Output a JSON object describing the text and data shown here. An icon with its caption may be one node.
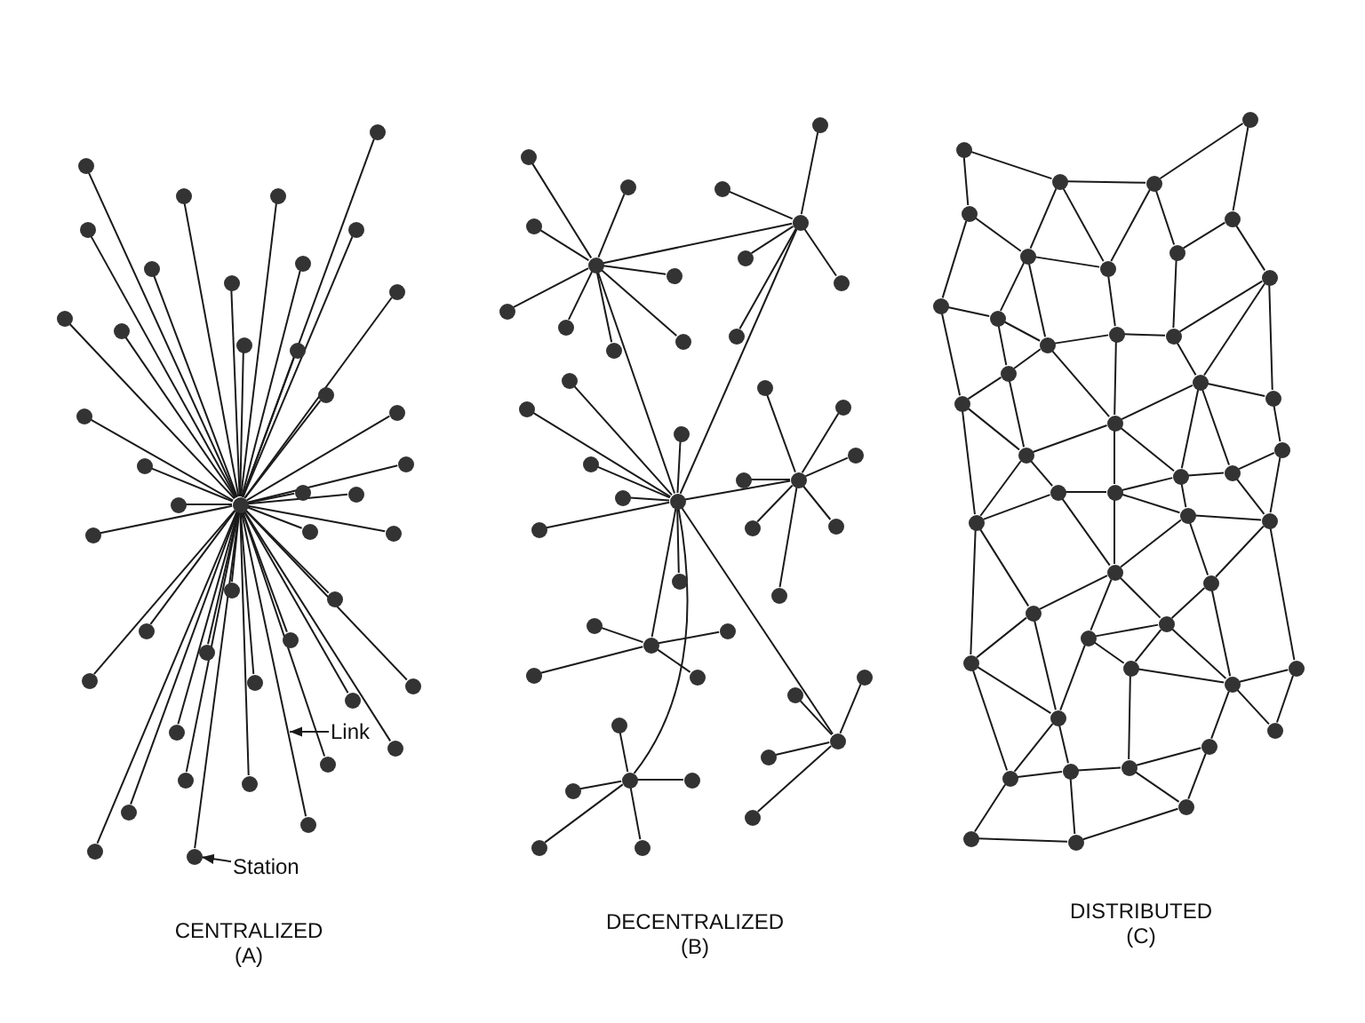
{
  "diagram": {
    "nodes": [
      {
        "text": [],
        "shape": "circle"
      },
      {
        "text": [],
        "shape": "circle"
      },
      {
        "text": [],
        "shape": "circle"
      },
      {
        "text": [],
        "shape": "circle"
      },
      {
        "text": [],
        "shape": "circle"
      },
      {
        "text": [],
        "shape": "circle"
      },
      {
        "text": [],
        "shape": "circle"
      },
      {
        "text": [],
        "shape": "circle"
      },
      {
        "text": [],
        "shape": "circle"
      },
      {
        "text": [],
        "shape": "circle"
      },
      {
        "text": [],
        "shape": "circle"
      },
      {
        "text": [],
        "shape": "circle"
      },
      {
        "text": [],
        "shape": "circle"
      },
      {
        "text": [],
        "shape": "circle"
      },
      {
        "text": [],
        "shape": "circle"
      },
      {
        "text": [],
        "shape": "circle"
      },
      {
        "text": [],
        "shape": "circle"
      },
      {
        "text": [],
        "shape": "circle"
      },
      {
        "text": [],
        "shape": "circle"
      },
      {
        "text": [],
        "shape": "circle"
      },
      {
        "text": [],
        "shape": "circle"
      },
      {
        "text": [],
        "shape": "circle"
      },
      {
        "text": [],
        "shape": "circle"
      },
      {
        "text": [],
        "shape": "circle"
      },
      {
        "text": [],
        "shape": "circle"
      },
      {
        "text": [],
        "shape": "circle"
      },
      {
        "text": [],
        "shape": "circle"
      },
      {
        "text": [],
        "shape": "circle"
      },
      {
        "text": [],
        "shape": "circle"
      },
      {
        "text": [],
        "shape": "circle"
      },
      {
        "text": [],
        "shape": "circle"
      },
      {
        "text": [],
        "shape": "circle"
      },
      {
        "text": [],
        "shape": "circle"
      },
      {
        "text": [],
        "shape": "circle"
      },
      {
        "text": [],
        "shape": "circle"
      },
      {
        "text": [],
        "shape": "circle"
      },
      {
        "text": [],
        "shape": "circle"
      },
      {
        "text": [],
        "shape": "circle"
      },
      {
        "text": [],
        "shape": "circle"
      },
      {
        "text": [],
        "shape": "circle"
      },
      {
        "text": [],
        "shape": "circle"
      },
      {
        "text": [],
        "shape": "circle"
      },
      {
        "text": [],
        "shape": "circle"
      },
      {
        "text": [],
        "shape": "circle"
      },
      {
        "text": [],
        "shape": "circle"
      },
      {
        "text": [],
        "shape": "circle"
      },
      {
        "text": [],
        "shape": "circle"
      },
      {
        "text": [],
        "shape": "circle"
      },
      {
        "text": [],
        "shape": "circle"
      },
      {
        "text": [],
        "shape": "circle"
      },
      {
        "text": [],
        "shape": "circle"
      },
      {
        "text": [],
        "shape": "circle"
      },
      {
        "text": [],
        "shape": "circle"
      },
      {
        "text": [],
        "shape": "circle"
      },
      {
        "text": [],
        "shape": "circle"
      },
      {
        "text": [],
        "shape": "circle"
      },
      {
        "text": [],
        "shape": "circle"
      },
      {
        "text": [],
        "shape": "circle"
      },
      {
        "text": [],
        "shape": "circle"
      },
      {
        "text": [],
        "shape": "circle"
      },
      {
        "text": [],
        "shape": "circle"
      },
      {
        "text": [],
        "shape": "circle"
      },
      {
        "text": [],
        "shape": "circle"
      },
      {
        "text": [],
        "shape": "circle"
      },
      {
        "text": [],
        "shape": "circle"
      },
      {
        "text": [],
        "shape": "circle"
      },
      {
        "text": [],
        "shape": "circle"
      },
      {
        "text": [],
        "shape": "circle"
      },
      {
        "text": [],
        "shape": "circle"
      },
      {
        "text": [],
        "shape": "circle"
      },
      {
        "text": [],
        "shape": "circle"
      },
      {
        "text": [],
        "shape": "circle"
      },
      {
        "text": [],
        "shape": "circle"
      },
      {
        "text": [],
        "shape": "circle"
      },
      {
        "text": [],
        "shape": "circle"
      },
      {
        "text": [],
        "shape": "circle"
      },
      {
        "text": [],
        "shape": "circle"
      },
      {
        "text": [],
        "shape": "circle"
      },
      {
        "text": [],
        "shape": "circle"
      },
      {
        "text": [],
        "shape": "circle"
      },
      {
        "text": [],
        "shape": "circle"
      },
      {
        "text": [],
        "shape": "circle"
      },
      {
        "text": [],
        "shape": "circle"
      },
      {
        "text": [],
        "shape": "circle"
      },
      {
        "text": [],
        "shape": "circle"
      },
      {
        "text": [],
        "shape": "circle"
      },
      {
        "text": [],
        "shape": "circle"
      },
      {
        "text": [],
        "shape": "circle"
      },
      {
        "text": [],
        "shape": "circle"
      },
      {
        "text": [],
        "shape": "circle"
      },
      {
        "text": [],
        "shape": "circle"
      },
      {
        "text": [],
        "shape": "circle"
      },
      {
        "text": [],
        "shape": "circle"
      },
      {
        "text": [],
        "shape": "circle"
      },
      {
        "text": [],
        "shape": "circle"
      },
      {
        "text": [],
        "shape": "circle"
      },
      {
        "text": [],
        "shape": "circle"
      },
      {
        "text": [],
        "shape": "circle"
      },
      {
        "text": [],
        "shape": "circle"
      },
      {
        "text": [],
        "shape": "circle"
      },
      {
        "text": [],
        "shape": "circle"
      },
      {
        "text": [],
        "shape": "circle"
      },
      {
        "text": [],
        "shape": "circle"
      },
      {
        "text": [],
        "shape": "circle"
      },
      {
        "text": [],
        "shape": "circle"
      },
      {
        "text": [],
        "shape": "circle"
      },
      {
        "text": [],
        "shape": "circle"
      },
      {
        "text": [],
        "shape": "circle"
      },
      {
        "text": [],
        "shape": "circle"
      },
      {
        "text": [],
        "shape": "circle"
      },
      {
        "text": [],
        "shape": "circle"
      },
      {
        "text": [],
        "shape": "circle"
      },
      {
        "text": [],
        "shape": "circle"
      },
      {
        "text": [],
        "shape": "circle"
      },
      {
        "text": [],
        "shape": "circle"
      },
      {
        "text": [],
        "shape": "circle"
      },
      {
        "text": [],
        "shape": "circle"
      },
      {
        "text": [],
        "shape": "circle"
      },
      {
        "text": [],
        "shape": "circle"
      },
      {
        "text": [],
        "shape": "circle"
      },
      {
        "text": [],
        "shape": "circle"
      },
      {
        "text": [],
        "shape": "circle"
      },
      {
        "text": [],
        "shape": "circle"
      },
      {
        "text": [],
        "shape": "circle"
      },
      {
        "text": [],
        "shape": "circle"
      },
      {
        "text": [],
        "shape": "circle"
      },
      {
        "text": [],
        "shape": "circle"
      },
      {
        "text": [],
        "shape": "circle"
      },
      {
        "text": [],
        "shape": "circle"
      },
      {
        "text": [],
        "shape": "circle"
      },
      {
        "text": [],
        "shape": "circle"
      },
      {
        "text": [],
        "shape": "circle"
      },
      {
        "text": [],
        "shape": "circle"
      },
      {
        "text": [],
        "shape": "circle"
      },
      {
        "text": [],
        "shape": "circle"
      },
      {
        "text": [],
        "shape": "circle"
      },
      {
        "text": [],
        "shape": "circle"
      },
      {
        "text": [],
        "shape": "circle"
      },
      {
        "text": [
          "Link"
        ]
      },
      {
        "text": [
          "Station"
        ]
      }
    ],
    "edges": [
      {
        "from": 0,
        "to": 1,
        "arrow": "none"
      },
      {
        "from": 0,
        "to": 2,
        "arrow": "none"
      },
      {
        "from": 0,
        "to": 3,
        "arrow": "none"
      },
      {
        "from": 0,
        "to": 4,
        "arrow": "none"
      },
      {
        "from": 0,
        "to": 5,
        "arrow": "none"
      },
      {
        "from": 0,
        "to": 6,
        "arrow": "none"
      },
      {
        "from": 0,
        "to": 7,
        "arrow": "none"
      },
      {
        "from": 0,
        "to": 8,
        "arrow": "none"
      },
      {
        "from": 0,
        "to": 9,
        "arrow": "none"
      },
      {
        "from": 0,
        "to": 10,
        "arrow": "none"
      },
      {
        "from": 0,
        "to": 11,
        "arrow": "none"
      },
      {
        "from": 0,
        "to": 12,
        "arrow": "none"
      },
      {
        "from": 0,
        "to": 13,
        "arrow": "none"
      },
      {
        "from": 0,
        "to": 14,
        "arrow": "none"
      },
      {
        "from": 0,
        "to": 15,
        "arrow": "none"
      },
      {
        "from": 0,
        "to": 16,
        "arrow": "none"
      },
      {
        "from": 0,
        "to": 17,
        "arrow": "none"
      },
      {
        "from": 0,
        "to": 18,
        "arrow": "none"
      },
      {
        "from": 0,
        "to": 19,
        "arrow": "none"
      },
      {
        "from": 0,
        "to": 20,
        "arrow": "none"
      },
      {
        "from": 0,
        "to": 21,
        "arrow": "none"
      },
      {
        "from": 0,
        "to": 22,
        "arrow": "none"
      },
      {
        "from": 0,
        "to": 23,
        "arrow": "none"
      },
      {
        "from": 0,
        "to": 24,
        "arrow": "none"
      },
      {
        "from": 0,
        "to": 25,
        "arrow": "none"
      },
      {
        "from": 0,
        "to": 26,
        "arrow": "none"
      },
      {
        "from": 0,
        "to": 27,
        "arrow": "none"
      },
      {
        "from": 0,
        "to": 28,
        "arrow": "none"
      },
      {
        "from": 0,
        "to": 29,
        "arrow": "none"
      },
      {
        "from": 0,
        "to": 30,
        "arrow": "none"
      },
      {
        "from": 0,
        "to": 31,
        "arrow": "none"
      },
      {
        "from": 0,
        "to": 32,
        "arrow": "none"
      },
      {
        "from": 0,
        "to": 33,
        "arrow": "none"
      },
      {
        "from": 0,
        "to": 34,
        "arrow": "none"
      },
      {
        "from": 0,
        "to": 35,
        "arrow": "none"
      },
      {
        "from": 0,
        "to": 36,
        "arrow": "none"
      },
      {
        "from": 0,
        "to": 37,
        "arrow": "none"
      },
      {
        "from": 0,
        "to": 38,
        "arrow": "none"
      },
      {
        "from": 0,
        "to": 39,
        "arrow": "none"
      },
      {
        "from": 0,
        "to": 40,
        "arrow": "none"
      },
      {
        "from": 0,
        "to": 41,
        "arrow": "none"
      },
      {
        "from": 0,
        "to": 42,
        "arrow": "none"
      },
      {
        "from": 0,
        "to": 43,
        "arrow": "none"
      },
      {
        "from": 44,
        "to": 45,
        "arrow": "none"
      },
      {
        "from": 44,
        "to": 46,
        "arrow": "none"
      },
      {
        "from": 44,
        "to": 47,
        "arrow": "none"
      },
      {
        "from": 44,
        "to": 48,
        "arrow": "none"
      },
      {
        "from": 44,
        "to": 49,
        "arrow": "none"
      },
      {
        "from": 44,
        "to": 50,
        "arrow": "none"
      },
      {
        "from": 44,
        "to": 51,
        "arrow": "none"
      },
      {
        "from": 44,
        "to": 52,
        "arrow": "none"
      },
      {
        "from": 53,
        "to": 54,
        "arrow": "none"
      },
      {
        "from": 53,
        "to": 55,
        "arrow": "none"
      },
      {
        "from": 53,
        "to": 56,
        "arrow": "none"
      },
      {
        "from": 53,
        "to": 57,
        "arrow": "none"
      },
      {
        "from": 53,
        "to": 58,
        "arrow": "none"
      },
      {
        "from": 59,
        "to": 60,
        "arrow": "none"
      },
      {
        "from": 59,
        "to": 61,
        "arrow": "none"
      },
      {
        "from": 59,
        "to": 62,
        "arrow": "none"
      },
      {
        "from": 59,
        "to": 63,
        "arrow": "none"
      },
      {
        "from": 59,
        "to": 64,
        "arrow": "none"
      },
      {
        "from": 59,
        "to": 65,
        "arrow": "none"
      },
      {
        "from": 59,
        "to": 66,
        "arrow": "none"
      },
      {
        "from": 67,
        "to": 68,
        "arrow": "none"
      },
      {
        "from": 67,
        "to": 69,
        "arrow": "none"
      },
      {
        "from": 67,
        "to": 70,
        "arrow": "none"
      },
      {
        "from": 67,
        "to": 71,
        "arrow": "none"
      },
      {
        "from": 67,
        "to": 72,
        "arrow": "none"
      },
      {
        "from": 67,
        "to": 73,
        "arrow": "none"
      },
      {
        "from": 67,
        "to": 74,
        "arrow": "none"
      },
      {
        "from": 75,
        "to": 76,
        "arrow": "none"
      },
      {
        "from": 75,
        "to": 77,
        "arrow": "none"
      },
      {
        "from": 75,
        "to": 78,
        "arrow": "none"
      },
      {
        "from": 75,
        "to": 79,
        "arrow": "none"
      },
      {
        "from": 80,
        "to": 81,
        "arrow": "none"
      },
      {
        "from": 80,
        "to": 82,
        "arrow": "none"
      },
      {
        "from": 80,
        "to": 83,
        "arrow": "none"
      },
      {
        "from": 80,
        "to": 84,
        "arrow": "none"
      },
      {
        "from": 85,
        "to": 86,
        "arrow": "none"
      },
      {
        "from": 85,
        "to": 87,
        "arrow": "none"
      },
      {
        "from": 85,
        "to": 88,
        "arrow": "none"
      },
      {
        "from": 85,
        "to": 89,
        "arrow": "none"
      },
      {
        "from": 85,
        "to": 90,
        "arrow": "none"
      },
      {
        "from": 44,
        "to": 53,
        "arrow": "none"
      },
      {
        "from": 44,
        "to": 59,
        "arrow": "none"
      },
      {
        "from": 53,
        "to": 59,
        "arrow": "none"
      },
      {
        "from": 59,
        "to": 67,
        "arrow": "none"
      },
      {
        "from": 59,
        "to": 75,
        "arrow": "none"
      },
      {
        "from": 59,
        "to": 80,
        "arrow": "none"
      },
      {
        "from": 59,
        "to": 85,
        "arrow": "none"
      },
      {
        "from": 92,
        "to": 93,
        "arrow": "none"
      },
      {
        "from": 92,
        "to": 96,
        "arrow": "none"
      },
      {
        "from": 93,
        "to": 94,
        "arrow": "none"
      },
      {
        "from": 93,
        "to": 97,
        "arrow": "none"
      },
      {
        "from": 93,
        "to": 98,
        "arrow": "none"
      },
      {
        "from": 94,
        "to": 91,
        "arrow": "none"
      },
      {
        "from": 94,
        "to": 98,
        "arrow": "none"
      },
      {
        "from": 94,
        "to": 99,
        "arrow": "none"
      },
      {
        "from": 91,
        "to": 95,
        "arrow": "none"
      },
      {
        "from": 95,
        "to": 99,
        "arrow": "none"
      },
      {
        "from": 95,
        "to": 100,
        "arrow": "none"
      },
      {
        "from": 96,
        "to": 97,
        "arrow": "none"
      },
      {
        "from": 96,
        "to": 101,
        "arrow": "none"
      },
      {
        "from": 97,
        "to": 98,
        "arrow": "none"
      },
      {
        "from": 97,
        "to": 102,
        "arrow": "none"
      },
      {
        "from": 97,
        "to": 103,
        "arrow": "none"
      },
      {
        "from": 98,
        "to": 104,
        "arrow": "none"
      },
      {
        "from": 99,
        "to": 105,
        "arrow": "none"
      },
      {
        "from": 100,
        "to": 105,
        "arrow": "none"
      },
      {
        "from": 100,
        "to": 107,
        "arrow": "none"
      },
      {
        "from": 100,
        "to": 109,
        "arrow": "none"
      },
      {
        "from": 101,
        "to": 102,
        "arrow": "none"
      },
      {
        "from": 101,
        "to": 108,
        "arrow": "none"
      },
      {
        "from": 102,
        "to": 103,
        "arrow": "none"
      },
      {
        "from": 102,
        "to": 106,
        "arrow": "none"
      },
      {
        "from": 103,
        "to": 104,
        "arrow": "none"
      },
      {
        "from": 103,
        "to": 106,
        "arrow": "none"
      },
      {
        "from": 103,
        "to": 110,
        "arrow": "none"
      },
      {
        "from": 104,
        "to": 105,
        "arrow": "none"
      },
      {
        "from": 104,
        "to": 110,
        "arrow": "none"
      },
      {
        "from": 105,
        "to": 107,
        "arrow": "none"
      },
      {
        "from": 106,
        "to": 108,
        "arrow": "none"
      },
      {
        "from": 106,
        "to": 112,
        "arrow": "none"
      },
      {
        "from": 107,
        "to": 110,
        "arrow": "none"
      },
      {
        "from": 107,
        "to": 109,
        "arrow": "none"
      },
      {
        "from": 107,
        "to": 114,
        "arrow": "none"
      },
      {
        "from": 107,
        "to": 113,
        "arrow": "none"
      },
      {
        "from": 108,
        "to": 117,
        "arrow": "none"
      },
      {
        "from": 108,
        "to": 112,
        "arrow": "none"
      },
      {
        "from": 109,
        "to": 111,
        "arrow": "none"
      },
      {
        "from": 110,
        "to": 112,
        "arrow": "none"
      },
      {
        "from": 110,
        "to": 116,
        "arrow": "none"
      },
      {
        "from": 110,
        "to": 114,
        "arrow": "none"
      },
      {
        "from": 111,
        "to": 113,
        "arrow": "none"
      },
      {
        "from": 111,
        "to": 119,
        "arrow": "none"
      },
      {
        "from": 112,
        "to": 115,
        "arrow": "none"
      },
      {
        "from": 112,
        "to": 117,
        "arrow": "none"
      },
      {
        "from": 113,
        "to": 114,
        "arrow": "none"
      },
      {
        "from": 113,
        "to": 119,
        "arrow": "none"
      },
      {
        "from": 114,
        "to": 116,
        "arrow": "none"
      },
      {
        "from": 114,
        "to": 118,
        "arrow": "none"
      },
      {
        "from": 115,
        "to": 116,
        "arrow": "none"
      },
      {
        "from": 115,
        "to": 117,
        "arrow": "none"
      },
      {
        "from": 115,
        "to": 120,
        "arrow": "none"
      },
      {
        "from": 116,
        "to": 120,
        "arrow": "none"
      },
      {
        "from": 116,
        "to": 118,
        "arrow": "none"
      },
      {
        "from": 118,
        "to": 119,
        "arrow": "none"
      },
      {
        "from": 118,
        "to": 120,
        "arrow": "none"
      },
      {
        "from": 118,
        "to": 121,
        "arrow": "none"
      },
      {
        "from": 119,
        "to": 121,
        "arrow": "none"
      },
      {
        "from": 119,
        "to": 127,
        "arrow": "none"
      },
      {
        "from": 120,
        "to": 122,
        "arrow": "none"
      },
      {
        "from": 120,
        "to": 123,
        "arrow": "none"
      },
      {
        "from": 120,
        "to": 124,
        "arrow": "none"
      },
      {
        "from": 121,
        "to": 124,
        "arrow": "none"
      },
      {
        "from": 121,
        "to": 128,
        "arrow": "none"
      },
      {
        "from": 122,
        "to": 125,
        "arrow": "none"
      },
      {
        "from": 122,
        "to": 129,
        "arrow": "none"
      },
      {
        "from": 123,
        "to": 124,
        "arrow": "none"
      },
      {
        "from": 123,
        "to": 126,
        "arrow": "none"
      },
      {
        "from": 123,
        "to": 129,
        "arrow": "none"
      },
      {
        "from": 124,
        "to": 126,
        "arrow": "none"
      },
      {
        "from": 124,
        "to": 128,
        "arrow": "none"
      },
      {
        "from": 125,
        "to": 129,
        "arrow": "none"
      },
      {
        "from": 125,
        "to": 132,
        "arrow": "none"
      },
      {
        "from": 126,
        "to": 128,
        "arrow": "none"
      },
      {
        "from": 126,
        "to": 134,
        "arrow": "none"
      },
      {
        "from": 127,
        "to": 128,
        "arrow": "none"
      },
      {
        "from": 127,
        "to": 130,
        "arrow": "none"
      },
      {
        "from": 128,
        "to": 130,
        "arrow": "none"
      },
      {
        "from": 128,
        "to": 131,
        "arrow": "none"
      },
      {
        "from": 129,
        "to": 132,
        "arrow": "none"
      },
      {
        "from": 129,
        "to": 133,
        "arrow": "none"
      },
      {
        "from": 131,
        "to": 135,
        "arrow": "none"
      },
      {
        "from": 131,
        "to": 134,
        "arrow": "none"
      },
      {
        "from": 132,
        "to": 133,
        "arrow": "none"
      },
      {
        "from": 132,
        "to": 136,
        "arrow": "none"
      },
      {
        "from": 133,
        "to": 134,
        "arrow": "none"
      },
      {
        "from": 133,
        "to": 137,
        "arrow": "none"
      },
      {
        "from": 134,
        "to": 135,
        "arrow": "none"
      },
      {
        "from": 135,
        "to": 137,
        "arrow": "none"
      },
      {
        "from": 136,
        "to": 137,
        "arrow": "none"
      },
      {
        "from": 117,
        "to": 122,
        "arrow": "none"
      },
      {
        "from": 117,
        "to": 125,
        "arrow": "none"
      },
      {
        "from": 138,
        "to": null,
        "arrow": "to"
      },
      {
        "from": 139,
        "to": 43,
        "arrow": "to"
      }
    ],
    "labels": [
      "CENTRALIZED",
      "(A)",
      "DECENTRALIZED",
      "(B)",
      "DISTRIBUTED",
      "(C)"
    ]
  }
}
